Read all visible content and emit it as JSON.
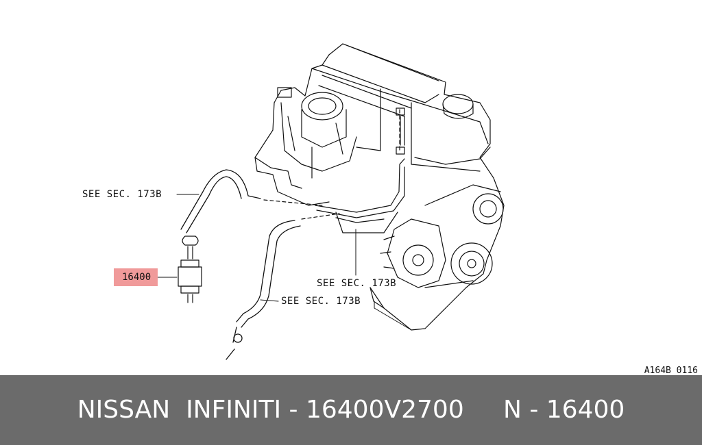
{
  "callouts": {
    "see_sec_upper": "SEE SEC. 173B",
    "see_sec_mid": "SEE SEC. 173B",
    "see_sec_lower": "SEE SEC. 173B"
  },
  "part_number_label": "16400",
  "part_highlight_color": "#f09a9a",
  "diagram_code": "A164B 0116",
  "footer": {
    "text": "NISSAN  INFINITI - 16400V2700     N - 16400",
    "background": "#6b6b6b"
  }
}
